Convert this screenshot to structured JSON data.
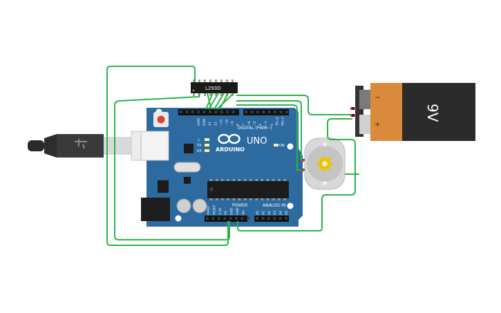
{
  "ic": {
    "label": "L293D"
  },
  "arduino": {
    "brand": "ARDUINO",
    "model": "UNO",
    "header_digital_label": "DIGITAL (PWM~)",
    "header_power_label": "POWER",
    "header_analog_label": "ANALOG IN",
    "on_label": "ON",
    "led_labels": [
      "L",
      "TX",
      "RX"
    ],
    "digital_pins": [
      "AREF",
      "GND",
      "13",
      "12",
      "~11",
      "~10",
      "~9",
      "8",
      "7",
      "~6",
      "~5",
      "4",
      "~3",
      "2",
      "TX→1",
      "RX←0"
    ],
    "power_pins": [
      "IOREF",
      "RESET",
      "3.3V",
      "5V",
      "GND",
      "GND",
      "Vin"
    ],
    "analog_pins": [
      "A0",
      "A1",
      "A2",
      "A3",
      "A4",
      "A5"
    ]
  },
  "battery": {
    "label": "9V",
    "minus": "−",
    "plus": "+"
  },
  "colors": {
    "wire": "#2bb34a",
    "board": "#2c6aa0",
    "board_dark": "#1f4f78",
    "battery_body": "#d98a3a",
    "battery_cap": "#333333",
    "motor_body": "#d8d8d8",
    "motor_core": "#f2c200"
  },
  "icons": {
    "usb_cable": "usb-cable-icon",
    "motor": "dc-motor-icon",
    "battery": "battery-icon"
  }
}
